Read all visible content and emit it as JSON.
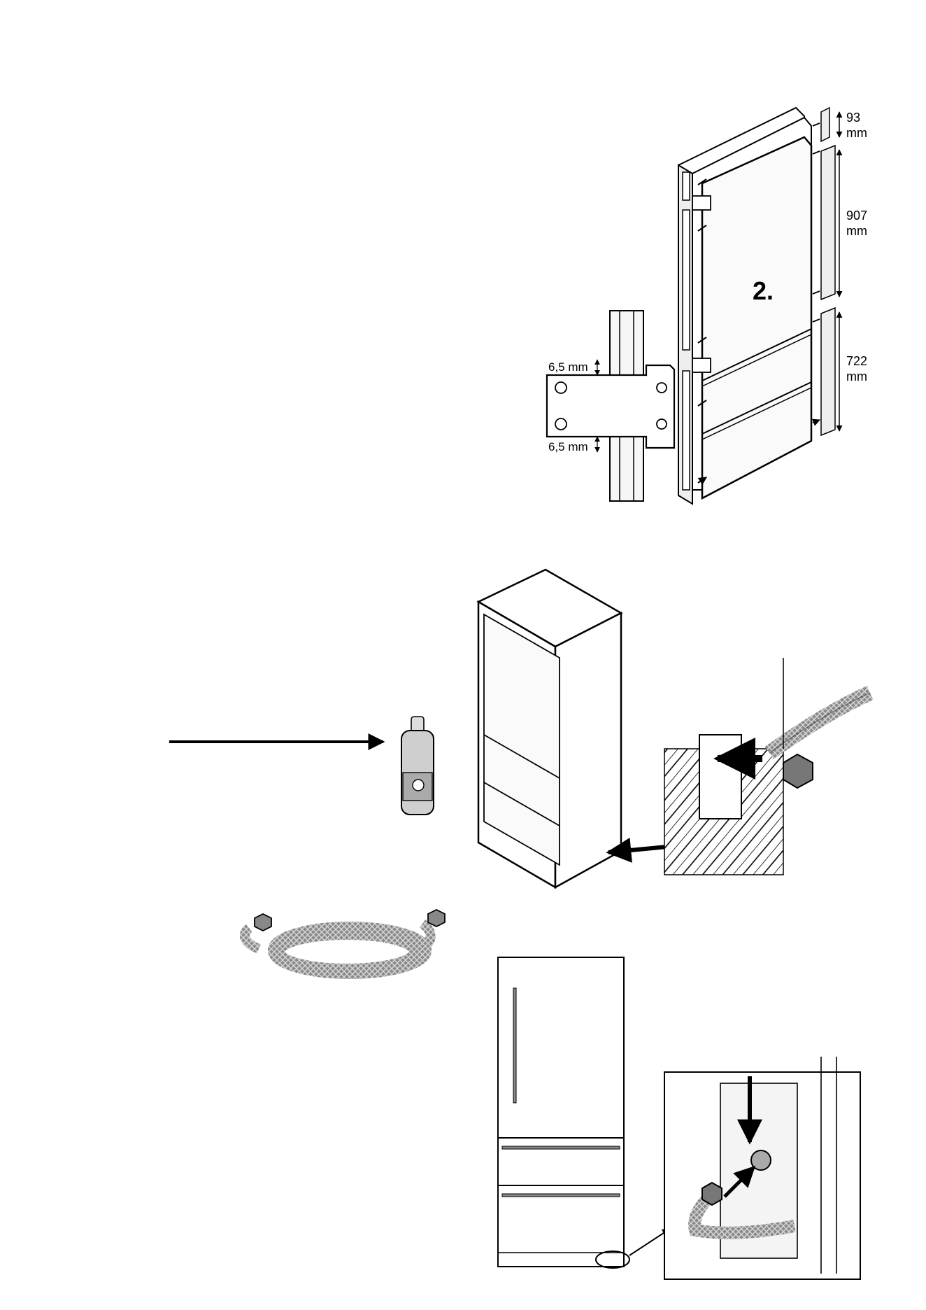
{
  "panel_mounting": {
    "step_label": "2.",
    "gap_top": "6,5 mm",
    "gap_bottom": "6,5 mm",
    "strip_top": {
      "value": "93",
      "unit": "mm"
    },
    "strip_middle": {
      "value": "907",
      "unit": "mm"
    },
    "strip_bottom": {
      "value": "722",
      "unit": "mm"
    }
  },
  "colors": {
    "ink": "#000000",
    "paper": "#ffffff",
    "panel": "#f2f2f2",
    "hose": "#777777"
  }
}
